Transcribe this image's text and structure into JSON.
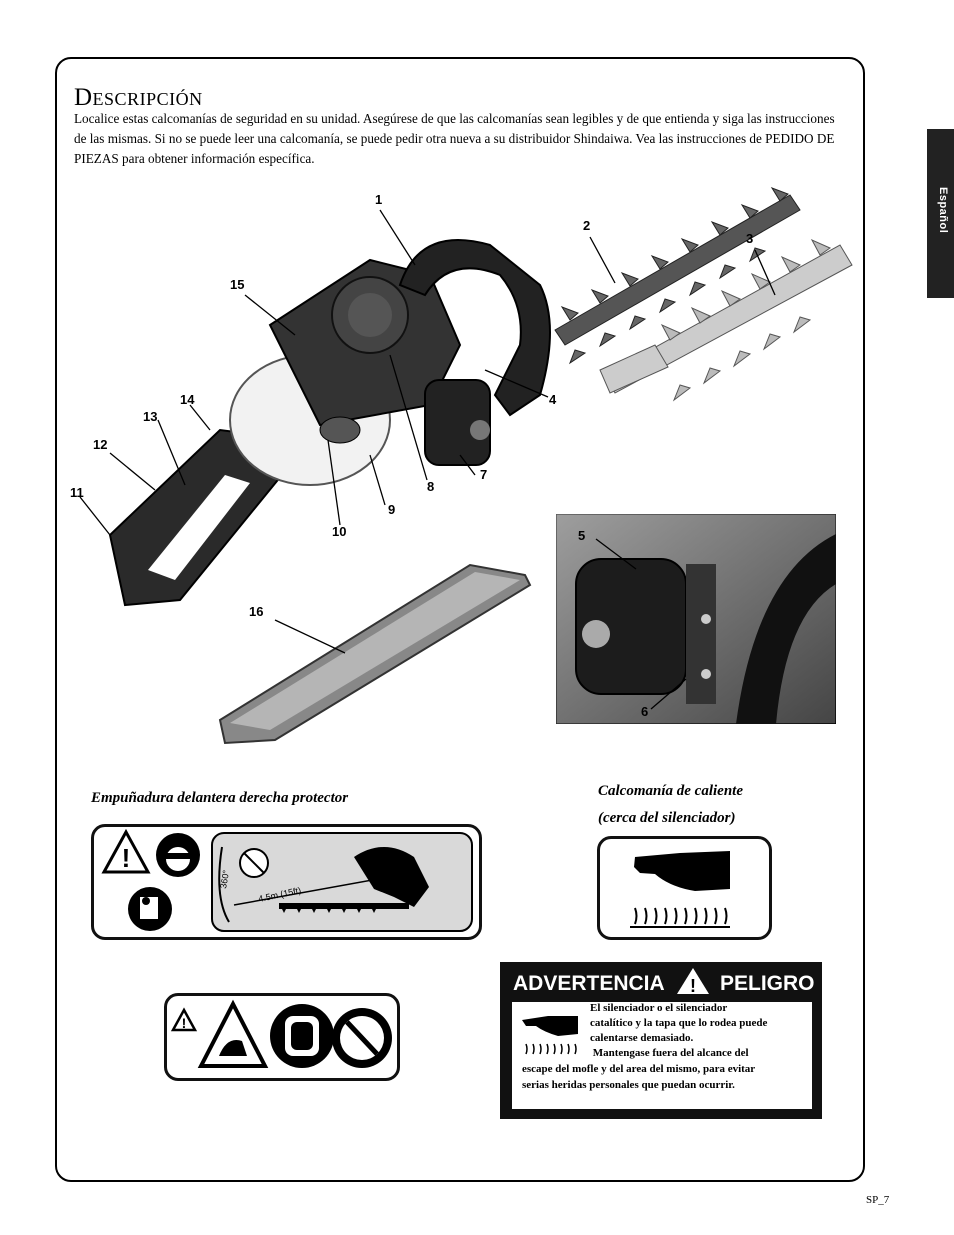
{
  "page": {
    "title": "Descripción",
    "intro": "Localice estas calcomanías de seguridad en su unidad.  Asegúrese de que las calcomanías sean legibles y de que entienda y siga las instrucciones de las mismas.  Si no se puede leer una calcomanía, se puede pedir otra nueva a su distribuidor Shindaiwa.  Vea las instrucciones de PEDIDO DE PIEZAS para obtener información específica.",
    "side_tab": "Español",
    "page_number": "SP_7"
  },
  "callouts": [
    "1",
    "2",
    "3",
    "4",
    "5",
    "6",
    "7",
    "8",
    "9",
    "10",
    "11",
    "12",
    "13",
    "14",
    "15",
    "16"
  ],
  "decals": {
    "front_grip_caption": "Empuñadura delantera derecha protector",
    "hot_caption_1": "Calcomanía de caliente",
    "hot_caption_2": "(cerca del silenciador)",
    "distance_label": "4.5m (15ft)",
    "angle_label": "360°"
  },
  "warning": {
    "word1": "ADVERTENCIA",
    "word2": "PELIGRO",
    "lines": [
      "El silenciador o el silenciador",
      "catalítico y la tapa que lo rodea  puede",
      "calentarse demasiado.",
      " Mantengase fuera del alcance del",
      "escape del mofle y del area del mismo, para evitar",
      "serias heridas personales que puedan ocurrir."
    ]
  },
  "icons": [
    "warning-triangle-icon",
    "helmet-icon",
    "read-manual-icon",
    "no-bystanders-icon",
    "falling-object-icon",
    "two-hands-icon",
    "hand-icon",
    "heat-icon"
  ]
}
